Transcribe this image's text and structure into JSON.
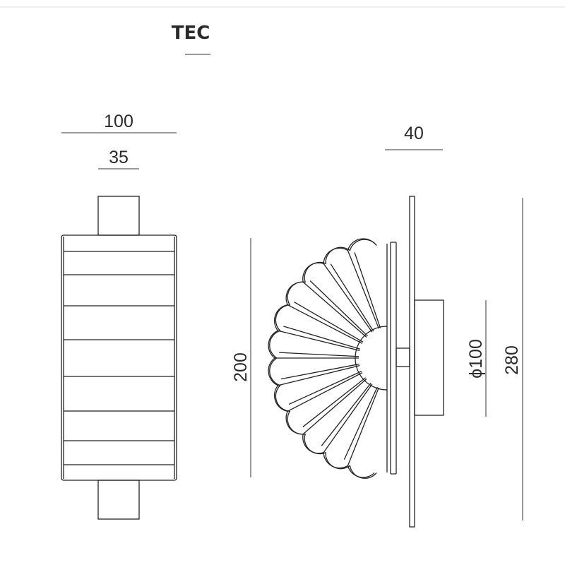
{
  "title": "TEC",
  "dimensions": {
    "front_width": "100",
    "stub_width": "35",
    "side_depth": "40",
    "shade_height": "200",
    "base_diameter": "ϕ100",
    "total_height": "280"
  },
  "colors": {
    "line": "#222222",
    "text": "#2a2a2a"
  }
}
